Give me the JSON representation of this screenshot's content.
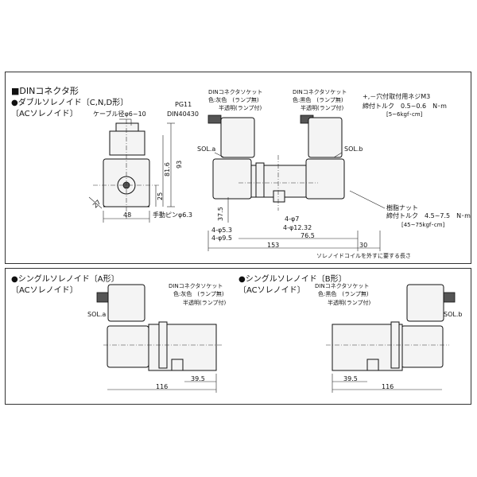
{
  "top": {
    "title": "■DINコネクタ形",
    "subtitle": "●ダブルソレノイド〔C,N,D形〕",
    "ac_label": "〔ACソレノイド〕",
    "cable": "ケーブル径φ6~10",
    "pg11": "PG11",
    "din40430": "DIN40430",
    "socket_title_left": "DINコネクタソケット",
    "socket_color_left": "色:灰色　(ランプ無)",
    "socket_trans_left": "半透明(ランプ付)",
    "socket_title_right": "DINコネクタソケット",
    "socket_color_right": "色:黒色　(ランプ無)",
    "socket_trans_right": "半透明(ランプ付)",
    "screw_note": "+,－穴付取付用ネジM3",
    "screw_torque": "締付トルク　0.5~0.6　N･m",
    "screw_torque2": "[5~6kgf･cm]",
    "sol_a": "SOL.a",
    "sol_b": "SOL.b",
    "nut_note": "樹脂ナット",
    "nut_torque": "締付トルク　4.5~7.5　N･m",
    "nut_torque2": "[45~75kgf･cm]",
    "manual_pin": "手動ピンφ6.3",
    "coil_note": "ソレノイドコイルを外すに要する長さ",
    "dims": {
      "d93": "93",
      "d816": "81.6",
      "d25": "25",
      "d27": "27",
      "d48": "48",
      "d375": "37.5",
      "d53": "4-φ5.3",
      "d95": "4-φ9.5",
      "d7": "4-φ7",
      "d1232": "4-φ12.32",
      "d765": "76.5",
      "d153": "153",
      "d30": "30"
    }
  },
  "bottom_a": {
    "title": "●シングルソレノイド〔A形〕",
    "ac_label": "〔ACソレノイド〕",
    "socket_title": "DINコネクタソケット",
    "socket_color": "色:灰色　(ランプ無)",
    "socket_trans": "半透明(ランプ付)",
    "sol": "SOL.a",
    "d395": "39.5",
    "d116": "116"
  },
  "bottom_b": {
    "title": "●シングルソレノイド〔B形〕",
    "ac_label": "〔ACソレノイド〕",
    "socket_title": "DINコネクタソケット",
    "socket_color": "色:黒色　(ランプ無)",
    "socket_trans": "半透明(ランプ付)",
    "sol": "SOL.b",
    "d395": "39.5",
    "d116": "116"
  },
  "colors": {
    "line": "#111111",
    "body_fill": "#f4f4f4",
    "knob": "#555555"
  }
}
